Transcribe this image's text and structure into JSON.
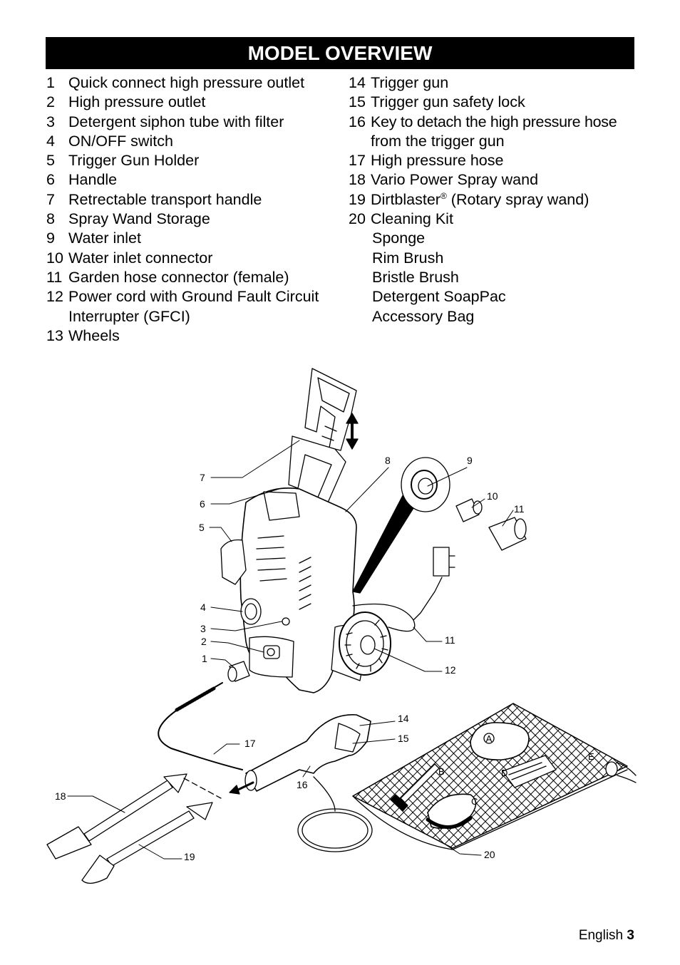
{
  "title": "MODEL OVERVIEW",
  "left_items": [
    {
      "num": "1",
      "text": "Quick connect high pressure outlet"
    },
    {
      "num": "2",
      "text": "High pressure outlet"
    },
    {
      "num": "3",
      "text": "Detergent siphon tube with filter"
    },
    {
      "num": "4",
      "text": "ON/OFF switch"
    },
    {
      "num": "5",
      "text": "Trigger Gun Holder"
    },
    {
      "num": "6",
      "text": "Handle"
    },
    {
      "num": "7",
      "text": "Retrectable transport handle"
    },
    {
      "num": "8",
      "text": "Spray Wand Storage"
    },
    {
      "num": "9",
      "text": "Water inlet"
    },
    {
      "num": "10",
      "text": "Water inlet connector"
    },
    {
      "num": "11",
      "text": "Garden hose connector (female)"
    },
    {
      "num": "12",
      "text": "Power cord with Ground Fault Circuit",
      "cont": "Interrupter (GFCI)"
    },
    {
      "num": "13",
      "text": "Wheels"
    }
  ],
  "right_items": [
    {
      "num": "14",
      "text": "Trigger gun"
    },
    {
      "num": "15",
      "text": "Trigger gun safety lock"
    },
    {
      "num": "16",
      "text": "Key to detach the high pressure hose",
      "cont": "from the trigger gun"
    },
    {
      "num": "17",
      "text": "High pressure hose"
    },
    {
      "num": "18",
      "text": "Vario Power Spray wand"
    },
    {
      "num": "19",
      "text": "Dirtblaster",
      "sup": "®",
      "after": " (Rotary spray wand)"
    },
    {
      "num": "20",
      "text": "Cleaning Kit"
    }
  ],
  "kit_items": [
    "Sponge",
    "Rim Brush",
    "Bristle Brush",
    "Detergent SoapPac",
    "Accessory Bag"
  ],
  "diagram": {
    "callouts": {
      "c7": "7",
      "c6": "6",
      "c5": "5",
      "c4": "4",
      "c3": "3",
      "c2": "2",
      "c1": "1",
      "c8": "8",
      "c9": "9",
      "c10": "10",
      "c11a": "11",
      "c11b": "11",
      "c12": "12",
      "c14": "14",
      "c15": "15",
      "c16": "16",
      "c17": "17",
      "c18": "18",
      "c19": "19",
      "c20": "20"
    },
    "kit_letters": {
      "a": "A",
      "b": "B",
      "c": "C",
      "d": "D",
      "e": "E"
    }
  },
  "footer": {
    "language": "English",
    "page": "3"
  }
}
